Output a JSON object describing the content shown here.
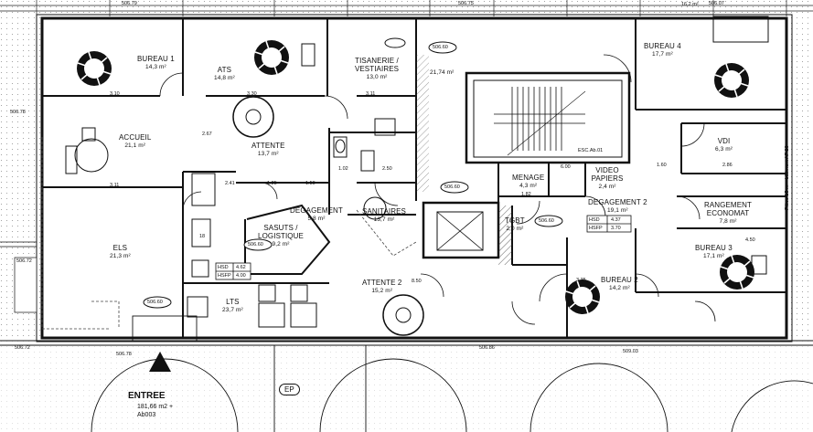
{
  "rooms": [
    {
      "id": "bureau1",
      "name": "BUREAU 1",
      "area": "14,3 m²"
    },
    {
      "id": "ats",
      "name": "ATS",
      "area": "14,8 m²"
    },
    {
      "id": "tisanerie",
      "name": "TISANERIE / VESTIAIRES",
      "area": "13,0 m²"
    },
    {
      "id": "hall",
      "name": "",
      "area": "21,74 m²"
    },
    {
      "id": "bureau4",
      "name": "BUREAU 4",
      "area": "17,7 m²"
    },
    {
      "id": "accueil",
      "name": "ACCUEIL",
      "area": "21,1 m²"
    },
    {
      "id": "attente",
      "name": "ATTENTE",
      "area": "13,7 m²"
    },
    {
      "id": "vdi",
      "name": "VDI",
      "area": "6,3 m²"
    },
    {
      "id": "menage",
      "name": "MENAGE",
      "area": "4,3 m²"
    },
    {
      "id": "video",
      "name": "VIDEO PAPIERS",
      "area": "2,4 m²"
    },
    {
      "id": "degagement",
      "name": "DEGAGEMENT",
      "area": "5,8 m²"
    },
    {
      "id": "sanitaires",
      "name": "SANITAIRES",
      "area": "13,7 m²"
    },
    {
      "id": "degagement2",
      "name": "DEGAGEMENT 2",
      "area": "19,1 m²"
    },
    {
      "id": "rangement",
      "name": "RANGEMENT ECONOMAT",
      "area": "7,8 m²"
    },
    {
      "id": "sasuts",
      "name": "SASUTS / LOGISTIQUE",
      "area": "9,2 m²"
    },
    {
      "id": "tgbt",
      "name": "TGBT",
      "area": "2,0 m²"
    },
    {
      "id": "els",
      "name": "ELS",
      "area": "21,3 m²"
    },
    {
      "id": "bureau3",
      "name": "BUREAU 3",
      "area": "17,1 m²"
    },
    {
      "id": "attente2",
      "name": "ATTENTE 2",
      "area": "15,2 m²"
    },
    {
      "id": "bureau2",
      "name": "BUREAU 2",
      "area": "14,2 m²"
    },
    {
      "id": "lts",
      "name": "LTS",
      "area": "23,7 m²"
    }
  ],
  "elevations": {
    "e1": "506.79",
    "e2": "506.78",
    "e3": "506.75",
    "e4": "506.72",
    "e5": "506.72",
    "e6": "506.78",
    "e7": "509.03",
    "e8": "506.07",
    "e9": "506.86",
    "e10": "16,2 m²"
  },
  "tags": {
    "t1": "506.60",
    "t2": "506.60",
    "t3": "506.60",
    "t4": "506.60",
    "t5": "506.60",
    "t6": "506.60",
    "esc": "ESC.Ab.01"
  },
  "hsd": {
    "a_label": "HSD",
    "a_val": "4.62",
    "b_label": "HSFP",
    "b_val": "4.00",
    "c_label": "HSD",
    "c_val": "4.37",
    "d_label": "HSFP",
    "d_val": "3.70"
  },
  "dims": {
    "d1": "3.10",
    "d2": "3.30",
    "d3": "3.11",
    "d4": "3.11",
    "d5": "2.41",
    "d6": "1.25",
    "d7": "1.50",
    "d8": "1.02",
    "d9": "2.50",
    "d10": "1.82",
    "d11": "6.00",
    "d12": "1.60",
    "d13": "2.86",
    "d14": "8.50",
    "d15": "3.35",
    "d16": "4.50",
    "d17": "2.67",
    "d18": "18"
  },
  "entrance": {
    "label": "ENTREE",
    "sub1": "181,66 m2 +",
    "sub2": "Ab003"
  },
  "ep": "EP",
  "side_note": "Pièce 15 m – bâtiment AF 28"
}
